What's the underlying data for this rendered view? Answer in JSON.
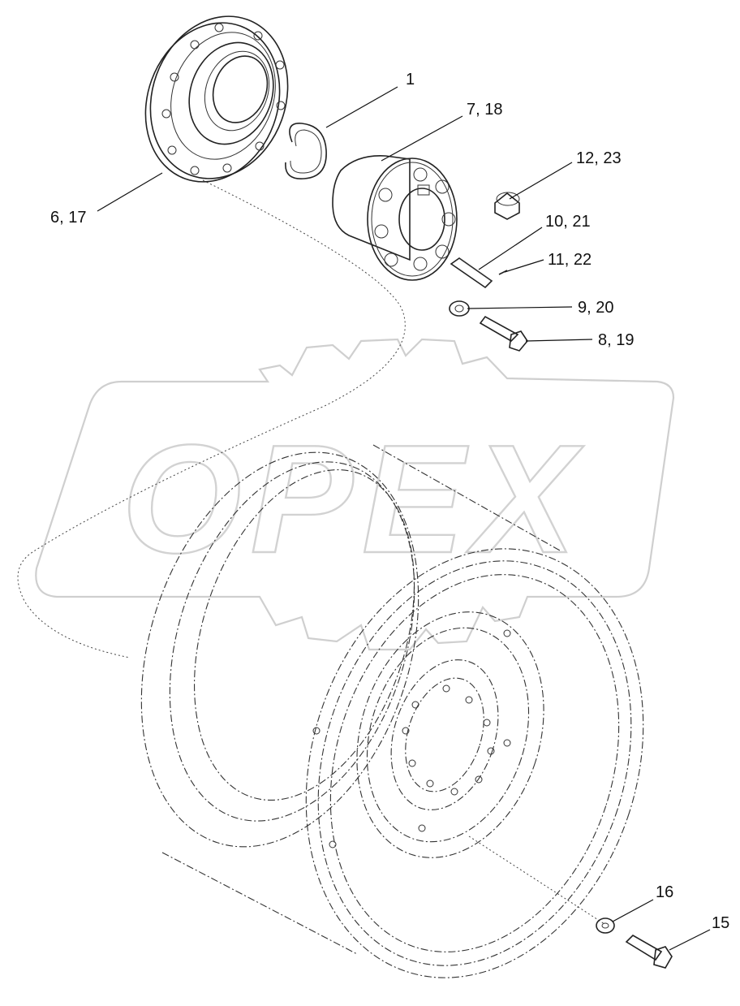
{
  "corner_mark": "",
  "watermark": {
    "text": "OPEX"
  },
  "callouts": [
    {
      "id": "c1",
      "label": "1"
    },
    {
      "id": "c7",
      "label": "7, 18"
    },
    {
      "id": "c12",
      "label": "12,  23"
    },
    {
      "id": "c6",
      "label": "6, 17"
    },
    {
      "id": "c10",
      "label": "10, 21"
    },
    {
      "id": "c11",
      "label": "11, 22"
    },
    {
      "id": "c9",
      "label": "9, 20"
    },
    {
      "id": "c8",
      "label": "8, 19"
    },
    {
      "id": "c16",
      "label": "16"
    },
    {
      "id": "c15",
      "label": "15"
    }
  ]
}
